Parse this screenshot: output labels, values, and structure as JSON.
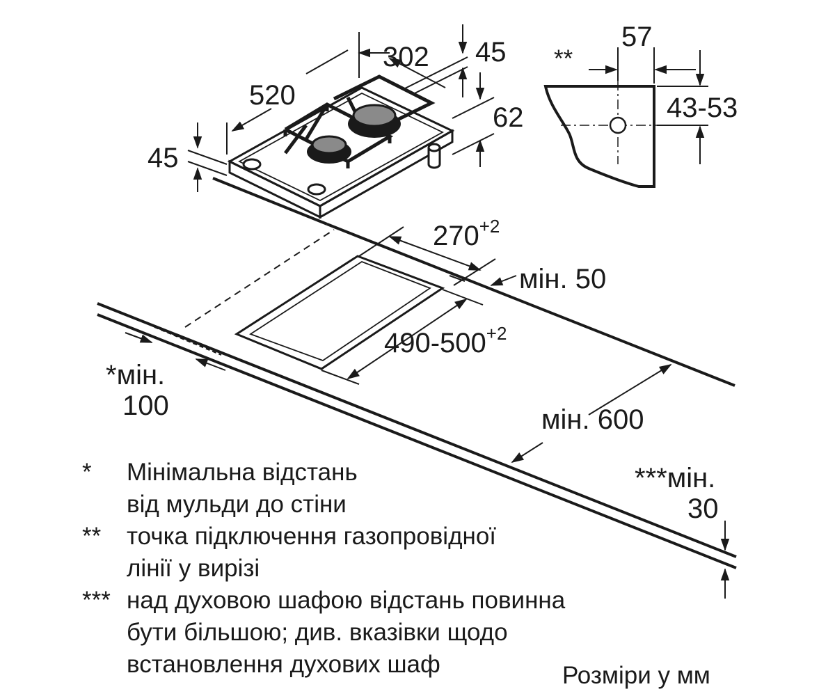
{
  "hob_dimensions": {
    "width": "302",
    "depth": "520",
    "height_top": "45",
    "height_total": "62",
    "side_height": "45"
  },
  "gas_connection": {
    "marker": "**",
    "offset": "57",
    "height_range": "43-53"
  },
  "cutout": {
    "width_label": "270",
    "width_tolerance": "+2",
    "depth_label": "490-500",
    "depth_tolerance": "+2",
    "to_back_wall": "мін. 50",
    "worktop_depth": "мін. 600",
    "to_side_wall_prefix": "*мін.",
    "to_side_wall_value": "100",
    "above_oven_prefix": "***мін.",
    "above_oven_value": "30"
  },
  "footnotes": [
    {
      "marker": "*",
      "lines": [
        "Мінімальна відстань",
        "від мульди до стіни"
      ]
    },
    {
      "marker": "**",
      "lines": [
        "точка підключення газопровідної",
        "лінії у вирізі"
      ]
    },
    {
      "marker": "***",
      "lines": [
        "над духовою шафою відстань повинна",
        "бути більшою; див. вказівки щодо",
        "встановлення духових шаф"
      ]
    }
  ],
  "units_caption": "Розміри у мм"
}
